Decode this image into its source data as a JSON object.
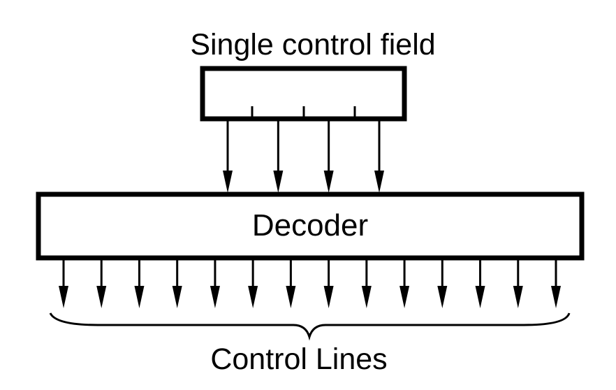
{
  "diagram": {
    "title": "Single control field",
    "field_box": {
      "label": "",
      "segments": 4
    },
    "field_to_decoder_arrows": 4,
    "decoder": {
      "label": "Decoder"
    },
    "control_line_arrows": 14,
    "brace_label": "Control Lines",
    "colors": {
      "stroke": "#000000",
      "background": "#ffffff"
    }
  }
}
